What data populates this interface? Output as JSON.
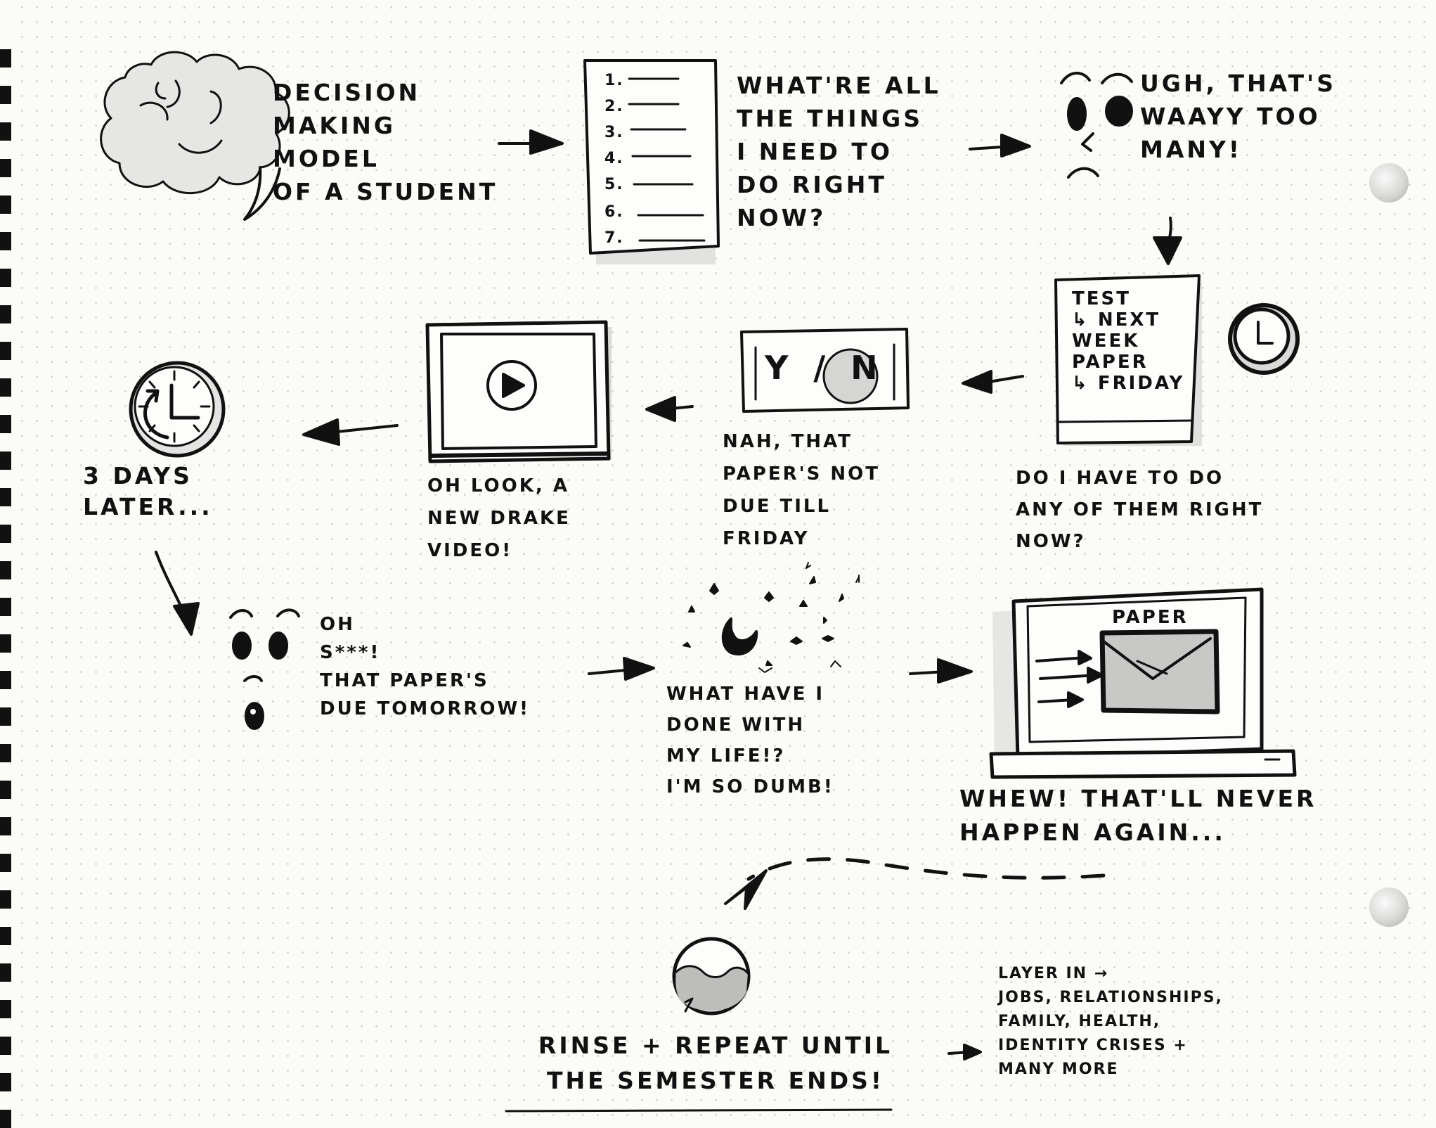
{
  "labels": {
    "title": "DECISION\nMAKING\nMODEL\nOF A STUDENT",
    "list_numbers": [
      "1.",
      "2.",
      "3.",
      "4.",
      "5.",
      "6.",
      "7."
    ],
    "things_question": "WHAT'RE ALL\nTHE THINGS\nI NEED TO\nDO RIGHT\nNOW?",
    "too_many": "UGH, THAT'S\nWAAYY TOO\nMANY!",
    "note_card": "TEST\n↳ NEXT\nWEEK\nPAPER\n↳ FRIDAY",
    "do_i_have_to": "DO I HAVE TO DO\nANY OF THEM RIGHT\nNOW?",
    "yn": "Y / N",
    "nah": "NAH, THAT\nPAPER'S NOT\nDUE TILL\nFRIDAY",
    "drake": "OH LOOK, A\nNEW DRAKE\nVIDEO!",
    "three_days": "3 DAYS\nLATER...",
    "oh": "OH\nS***!\nTHAT PAPER'S\nDUE TOMORROW!",
    "what_have_i": "WHAT HAVE I\nDONE WITH\nMY LIFE!?\nI'M SO DUMB!",
    "paper": "PAPER",
    "whew": "WHEW! THAT'LL NEVER\nHAPPEN AGAIN...",
    "rinse": "RINSE + REPEAT UNTIL\nTHE SEMESTER ENDS!",
    "layer_in": "LAYER IN →\nJOBS, RELATIONSHIPS,\nFAMILY, HEALTH,\nIDENTITY CRISES +\nMANY MORE"
  },
  "icons": [
    "brain-icon",
    "checklist-icon",
    "worried-face-icon",
    "note-card-icon",
    "clock-icon",
    "yes-no-icon",
    "video-player-icon",
    "play-icon",
    "time-passing-clock-icon",
    "shocked-face-icon",
    "night-sky-icon",
    "moon-icon",
    "laptop-icon",
    "envelope-icon",
    "washing-machine-icon",
    "arrow-icon"
  ],
  "colors": {
    "ink": "#111111",
    "paper": "#fbfbf8",
    "dot": "#d2d2cc",
    "shadow": "#d9d9d9"
  }
}
